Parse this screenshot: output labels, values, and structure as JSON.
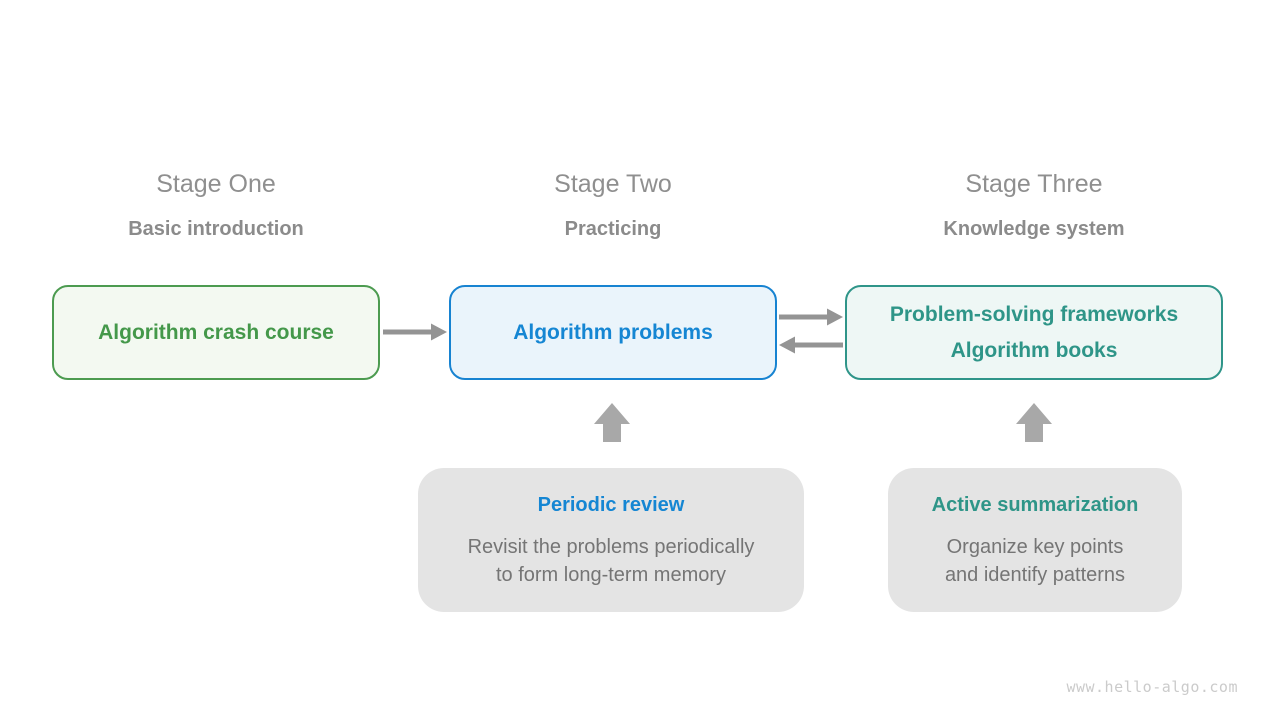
{
  "page": {
    "background": "#ffffff",
    "watermark": "www.hello-algo.com"
  },
  "stages": [
    {
      "label": "Stage One",
      "subtitle": "Basic introduction",
      "box": {
        "lines": [
          "Algorithm crash course"
        ],
        "text_color": "#44984a",
        "border_color": "#4c9b50",
        "bg_color": "#f3f9f1"
      }
    },
    {
      "label": "Stage Two",
      "subtitle": "Practicing",
      "box": {
        "lines": [
          "Algorithm problems"
        ],
        "text_color": "#1586d3",
        "border_color": "#1783d1",
        "bg_color": "#eaf4fb"
      }
    },
    {
      "label": "Stage Three",
      "subtitle": "Knowledge system",
      "box": {
        "lines": [
          "Problem-solving frameworks",
          "Algorithm books"
        ],
        "text_color": "#2e9588",
        "border_color": "#2f9589",
        "bg_color": "#eef7f5"
      }
    }
  ],
  "notes": [
    {
      "title": "Periodic review",
      "title_color": "#1586d3",
      "body": [
        "Revisit the problems periodically",
        "to form long-term memory"
      ]
    },
    {
      "title": "Active summarization",
      "title_color": "#2e9588",
      "body": [
        "Organize key points",
        "and identify patterns"
      ]
    }
  ],
  "colors": {
    "stage_label": "#8f8f8f",
    "stage_subtitle": "#8b8b8b",
    "note_bg": "#e4e4e4",
    "note_body_text": "#757575",
    "flow_arrow": "#949494",
    "block_arrow": "#a8a8a8",
    "watermark_text": "#cbcbcb"
  }
}
